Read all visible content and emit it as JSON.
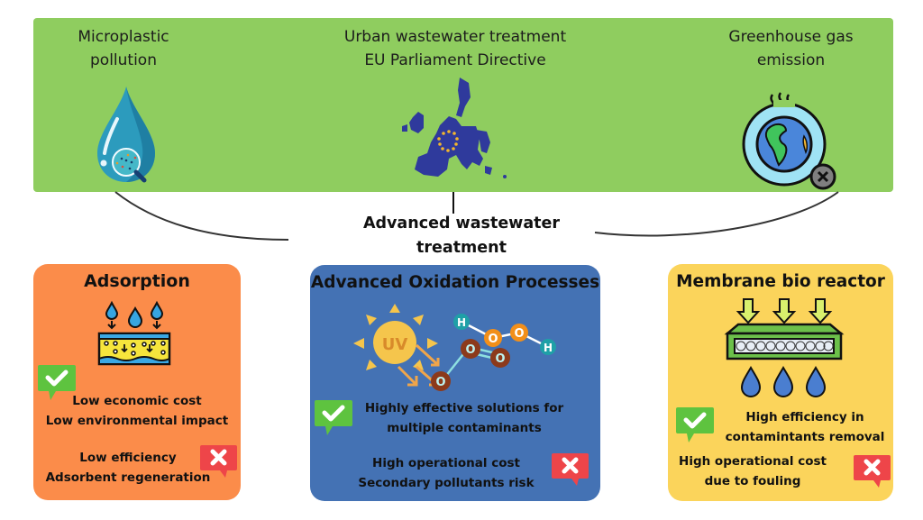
{
  "top_banner": {
    "items": [
      {
        "label_lines": [
          "Microplastic",
          "pollution"
        ],
        "icon": "water-drop-magnifier-icon"
      },
      {
        "label_lines": [
          "Urban wastewater treatment",
          "EU Parliament Directive"
        ],
        "icon": "eu-map-icon"
      },
      {
        "label_lines": [
          "Greenhouse gas",
          "emission"
        ],
        "icon": "hot-earth-icon"
      }
    ],
    "color": "#8fcd5f"
  },
  "center": {
    "title_lines": [
      "Advanced wastewater",
      "treatment"
    ]
  },
  "cards": [
    {
      "title": "Adsorption",
      "color": "#fb8c4a",
      "icon": "adsorption-filter-icon",
      "pros": [
        "Low economic cost",
        "Low environmental impact"
      ],
      "cons": [
        "Low efficiency",
        "Adsorbent regeneration"
      ]
    },
    {
      "title": "Advanced Oxidation Processes",
      "color": "#4472b4",
      "icon": "uv-molecule-icon",
      "icon_text": {
        "uv": "UV",
        "oxygen": "O",
        "hydrogen": "H"
      },
      "pros": [
        "Highly effective solutions for",
        "multiple contaminants"
      ],
      "cons": [
        "High operational cost",
        "Secondary pollutants risk"
      ]
    },
    {
      "title": "Membrane bio reactor",
      "color": "#fbd45b",
      "icon": "membrane-filter-icon",
      "pros": [
        "High efficiency in",
        "contamintants removal"
      ],
      "cons": [
        "High operational cost",
        "due to fouling"
      ]
    }
  ],
  "badges": {
    "pro_color": "#5ec33f",
    "con_color": "#ee4549"
  }
}
